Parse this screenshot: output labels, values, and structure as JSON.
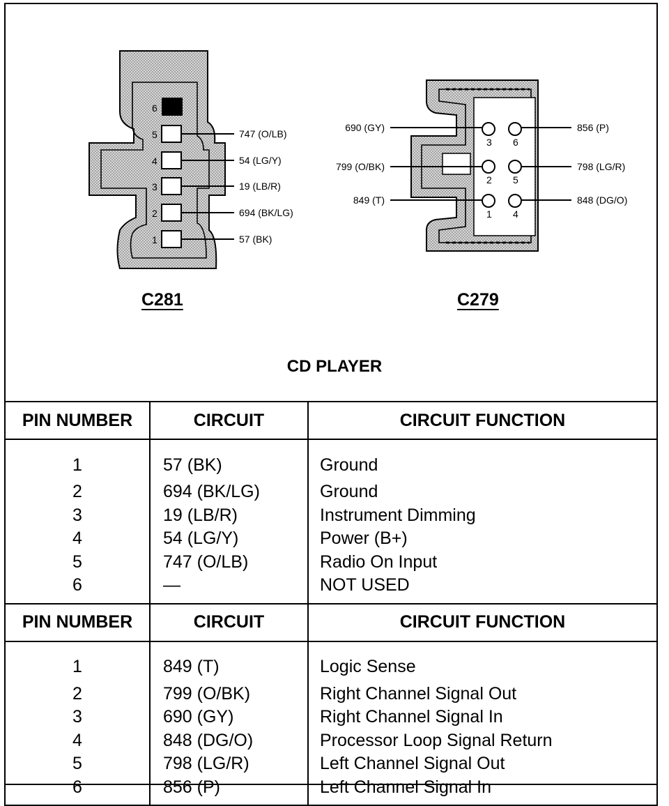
{
  "connectors": {
    "c281": {
      "name": "C281",
      "pin_numbers": [
        "6",
        "5",
        "4",
        "3",
        "2",
        "1"
      ],
      "wires": [
        "747 (O/LB)",
        "54 (LG/Y)",
        "19 (LB/R)",
        "694 (BK/LG)",
        "57 (BK)"
      ]
    },
    "c279": {
      "name": "C279",
      "pin_numbers_top": [
        "3",
        "6"
      ],
      "pin_numbers_mid": [
        "2",
        "5"
      ],
      "pin_numbers_bot": [
        "1",
        "4"
      ],
      "wires_left": [
        "690 (GY)",
        "799 (O/BK)",
        "849 (T)"
      ],
      "wires_right": [
        "856 (P)",
        "798 (LG/R)",
        "848 (DG/O)"
      ]
    }
  },
  "title": "CD PLAYER",
  "tables": [
    {
      "headers": [
        "PIN NUMBER",
        "CIRCUIT",
        "CIRCUIT FUNCTION"
      ],
      "rows": [
        {
          "pin": "1",
          "circuit": "57 (BK)",
          "function": "Ground"
        },
        {
          "pin": "2",
          "circuit": "694 (BK/LG)",
          "function": "Ground"
        },
        {
          "pin": "3",
          "circuit": "19 (LB/R)",
          "function": "Instrument Dimming"
        },
        {
          "pin": "4",
          "circuit": "54 (LG/Y)",
          "function": "Power (B+)"
        },
        {
          "pin": "5",
          "circuit": "747 (O/LB)",
          "function": "Radio On Input"
        },
        {
          "pin": "6",
          "circuit": "—",
          "function": "NOT USED"
        }
      ]
    },
    {
      "headers": [
        "PIN NUMBER",
        "CIRCUIT",
        "CIRCUIT FUNCTION"
      ],
      "rows": [
        {
          "pin": "1",
          "circuit": "849 (T)",
          "function": "Logic Sense"
        },
        {
          "pin": "2",
          "circuit": "799 (O/BK)",
          "function": "Right Channel Signal Out"
        },
        {
          "pin": "3",
          "circuit": "690 (GY)",
          "function": "Right Channel Signal In"
        },
        {
          "pin": "4",
          "circuit": "848 (DG/O)",
          "function": "Processor Loop Signal Return"
        },
        {
          "pin": "5",
          "circuit": "798 (LG/R)",
          "function": "Left Channel Signal Out"
        },
        {
          "pin": "6",
          "circuit": "856 (P)",
          "function": "Left Channel Signal In"
        }
      ]
    }
  ]
}
